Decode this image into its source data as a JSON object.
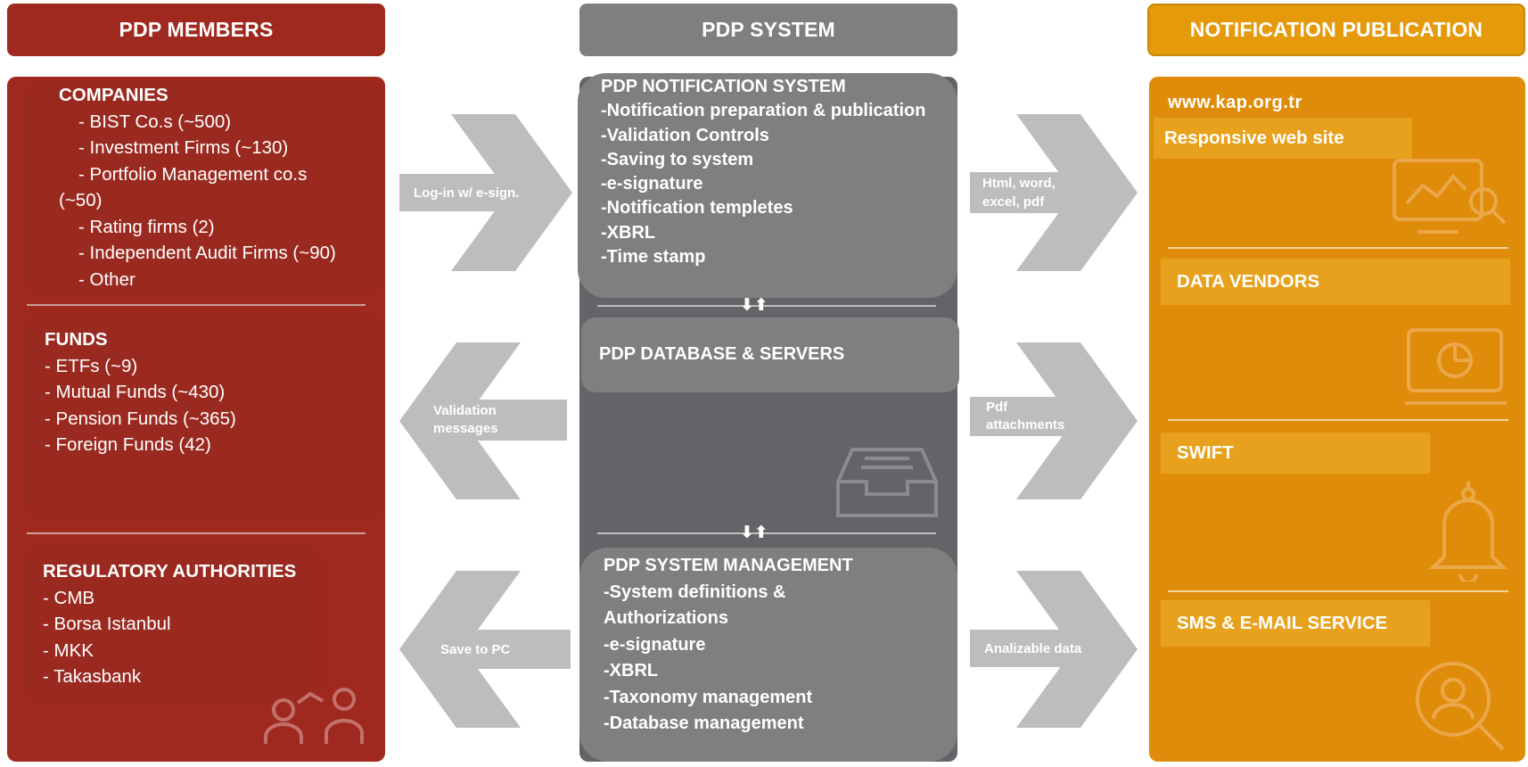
{
  "headers": {
    "members": "PDP MEMBERS",
    "system": "PDP SYSTEM",
    "publication": "NOTIFICATION PUBLICATION"
  },
  "members": {
    "companies": {
      "title": "COMPANIES",
      "items": [
        "- BIST Co.s (~500)",
        "- Investment Firms (~130)",
        "- Portfolio Management co.s",
        "(~50)",
        "- Rating firms (2)",
        "- Independent Audit Firms (~90)",
        "- Other"
      ]
    },
    "funds": {
      "title": "FUNDS",
      "items": [
        "- ETFs  (~9)",
        "- Mutual Funds (~430)",
        "- Pension Funds (~365)",
        "- Foreign Funds (42)"
      ]
    },
    "regulators": {
      "title": "REGULATORY AUTHORITIES",
      "items": [
        "- CMB",
        "- Borsa Istanbul",
        "- MKK",
        "- Takasbank"
      ]
    }
  },
  "system": {
    "notification": {
      "title": "PDP NOTIFICATION SYSTEM",
      "items": [
        "-Notification preparation & publication",
        "-Validation Controls",
        "-Saving to system",
        "-e-signature",
        "-Notification templetes",
        "-XBRL",
        "-Time stamp"
      ]
    },
    "database": {
      "title": "PDP DATABASE & SERVERS"
    },
    "management": {
      "title": "PDP SYSTEM MANAGEMENT",
      "items": [
        "-System definitions &",
        "Authorizations",
        "-e-signature",
        "-XBRL",
        "-Taxonomy management",
        "-Database management"
      ]
    },
    "sync_glyph": "⬇⬆"
  },
  "arrows_left": [
    {
      "label": "Log-in w/ e-sign.",
      "direction": "right"
    },
    {
      "label": "Validation messages",
      "direction": "left"
    },
    {
      "label": "Save to PC",
      "direction": "left"
    }
  ],
  "arrows_right": [
    {
      "label": "Html, word, excel, pdf",
      "direction": "right"
    },
    {
      "label": "Pdf attachments",
      "direction": "right"
    },
    {
      "label": "Analizable data",
      "direction": "right"
    }
  ],
  "publication": {
    "site_url": "www.kap.org.tr",
    "items": [
      "Responsive web site",
      "DATA VENDORS",
      "SWIFT",
      "SMS & E-MAIL SERVICE"
    ]
  },
  "colors": {
    "members": "#a0291f",
    "system": "#7f7f7f",
    "publication": "#e59a0b",
    "arrow": "#bdbdbd"
  },
  "icons": [
    "people-icon",
    "inbox-tray-icon",
    "monitor-chart-icon",
    "pie-chart-monitor-icon",
    "bell-icon",
    "user-search-icon"
  ]
}
